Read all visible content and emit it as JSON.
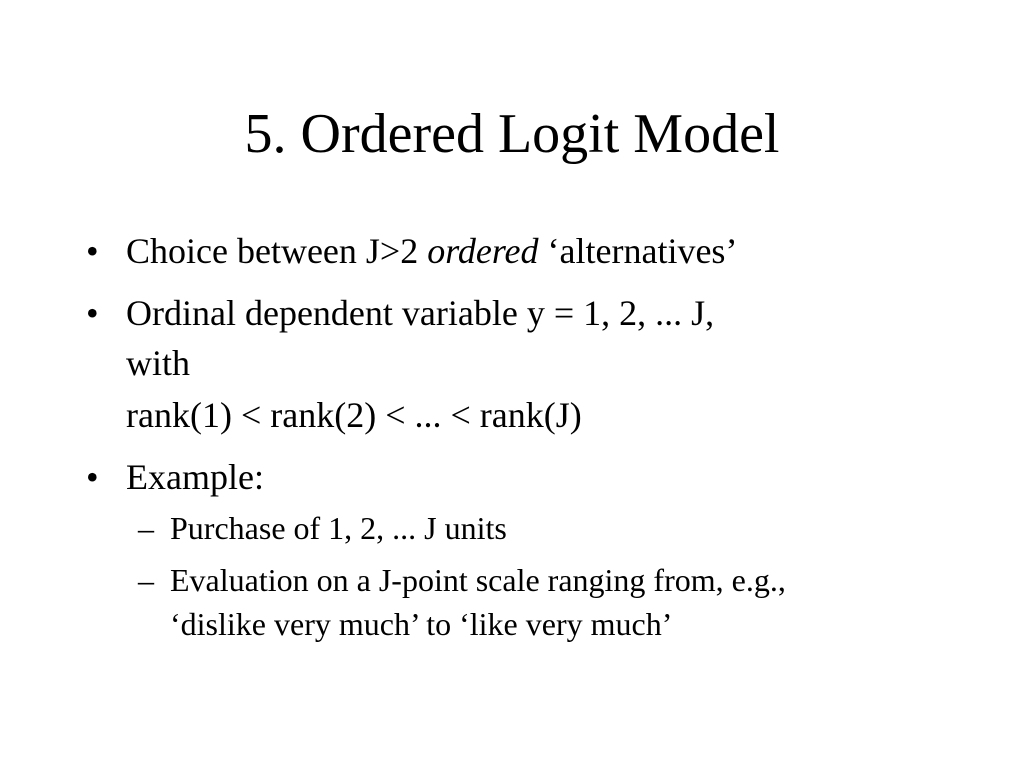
{
  "slide": {
    "title": "5. Ordered Logit Model",
    "bullet_glyph": "•",
    "dash_glyph": "–",
    "items": {
      "b1": {
        "before": "Choice between J>2 ",
        "emphasis": "ordered",
        "after": " ‘alternatives’"
      },
      "b2": {
        "line1": "Ordinal dependent variable y = 1, 2, ... J,",
        "line2": "with",
        "continuation": "rank(1) < rank(2) < ... < rank(J)"
      },
      "b3": {
        "text": "Example:",
        "sub": [
          {
            "line1": "Purchase of 1, 2, ... J units",
            "line2": ""
          },
          {
            "line1": "Evaluation on a J-point scale ranging from, e.g.,",
            "line2": "‘dislike very much’ to ‘like very much’"
          }
        ]
      }
    }
  }
}
